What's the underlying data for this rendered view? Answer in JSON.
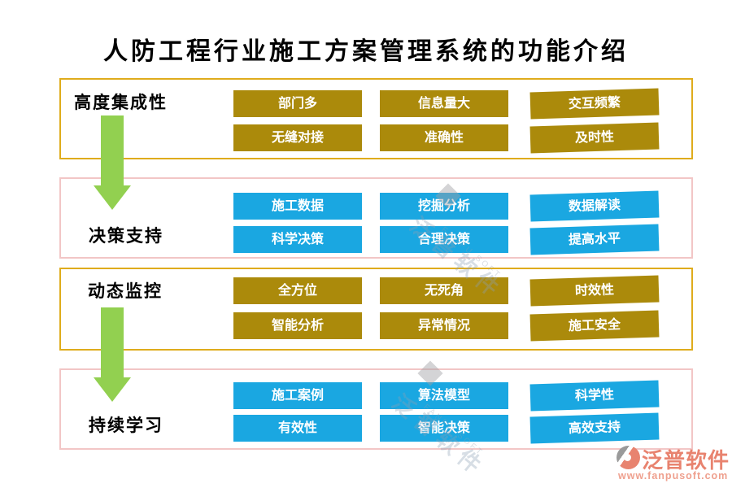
{
  "title": "人防工程行业施工方案管理系统的功能介绍",
  "sections": [
    {
      "label": "高度集成性",
      "theme": "gold",
      "buttons": [
        "部门多",
        "信息量大",
        "交互频繁",
        "无缝对接",
        "准确性",
        "及时性"
      ]
    },
    {
      "label": "决策支持",
      "theme": "blue",
      "buttons": [
        "施工数据",
        "挖掘分析",
        "数据解读",
        "科学决策",
        "合理决策",
        "提高水平"
      ]
    },
    {
      "label": "动态监控",
      "theme": "gold",
      "buttons": [
        "全方位",
        "无死角",
        "时效性",
        "智能分析",
        "异常情况",
        "施工安全"
      ]
    },
    {
      "label": "持续学习",
      "theme": "blue",
      "buttons": [
        "施工案例",
        "算法模型",
        "科学性",
        "有效性",
        "智能决策",
        "高效支持"
      ]
    }
  ],
  "watermark": {
    "text": "泛普软件",
    "subtext": "FANPU SOFT"
  },
  "footer": {
    "brand": "泛普软件",
    "url": "www.fanpusoft.com"
  },
  "colors": {
    "gold_button": "#AB8A0B",
    "blue_button": "#1AA7E1",
    "gold_border": "#DFAC1C",
    "pink_border": "#F2C6C6",
    "arrow_green": "#92D050",
    "logo_coral": "#E8836F",
    "logo_coral_light": "#EFA08E"
  }
}
